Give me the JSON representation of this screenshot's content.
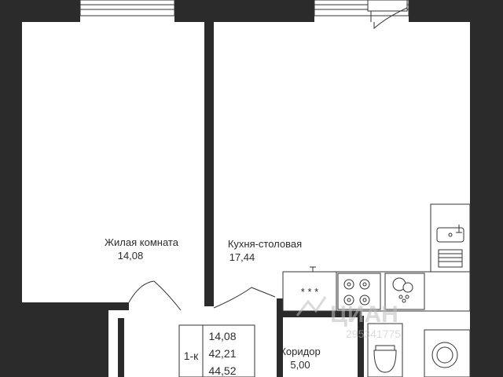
{
  "rooms": {
    "living": {
      "name": "Жилая комната",
      "area": "14,08"
    },
    "kitchen": {
      "name": "Кухня-столовая",
      "area": "17,44"
    },
    "corridor": {
      "name": "Коридор",
      "area": "5,00"
    }
  },
  "summary": {
    "type": "1-к",
    "living_area": "14,08",
    "usable_area": "42,21",
    "total_area": "44,52"
  },
  "stove_marks": "* * *",
  "watermark": {
    "brand": "ЦИАН",
    "number": "295341775"
  },
  "colors": {
    "wall": "#2b2b2b",
    "line": "#333333",
    "background": "#ffffff",
    "watermark": "#bdbdbd"
  }
}
